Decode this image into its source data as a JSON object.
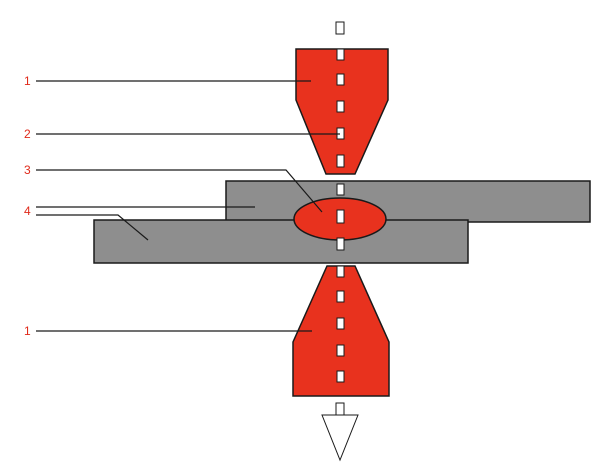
{
  "colors": {
    "electrode": "#e8321e",
    "sheet": "#8e8e8e",
    "outline": "#1a1a1a",
    "label": "#e02a1a",
    "current_marker": "#ffffff"
  },
  "callouts": [
    {
      "id": "upper-electrode",
      "text": "1"
    },
    {
      "id": "current-path",
      "text": "2"
    },
    {
      "id": "weld-nugget",
      "text": "3"
    },
    {
      "id": "workpiece-sheets",
      "text": "4"
    },
    {
      "id": "lower-electrode",
      "text": "1"
    }
  ],
  "icons": {
    "current_flow": "downward-arrow-icon"
  }
}
